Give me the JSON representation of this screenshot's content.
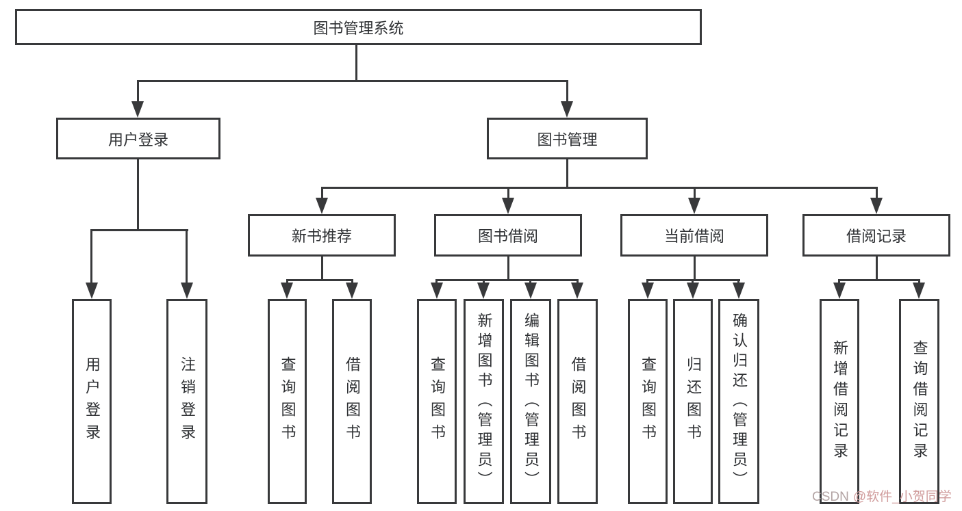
{
  "diagram": {
    "title": "图书管理系统",
    "level2": {
      "user_login": "用户登录",
      "book_mgmt": "图书管理"
    },
    "level3": {
      "new_books": "新书推荐",
      "borrow": "图书借阅",
      "current": "当前借阅",
      "records": "借阅记录"
    },
    "leaves": {
      "user_login_1": "用户登录",
      "user_login_2": "注销登录",
      "new_books_1": "查询图书",
      "new_books_2": "借阅图书",
      "borrow_1": "查询图书",
      "borrow_2": "新增图书（管理员）",
      "borrow_3": "编辑图书（管理员）",
      "borrow_4": "借阅图书",
      "current_1": "查询图书",
      "current_2": "归还图书",
      "current_3": "确认归还（管理员）",
      "records_1": "新增借阅记录",
      "records_2": "查询借阅记录"
    }
  },
  "watermark": {
    "prefix": "CSDN",
    "handle": "@软件_小贺同学"
  },
  "colors": {
    "line": "#38393b",
    "text": "#2e3033",
    "watermark_prefix": "#b3a4a4",
    "watermark_handle": "#d09c9c"
  }
}
